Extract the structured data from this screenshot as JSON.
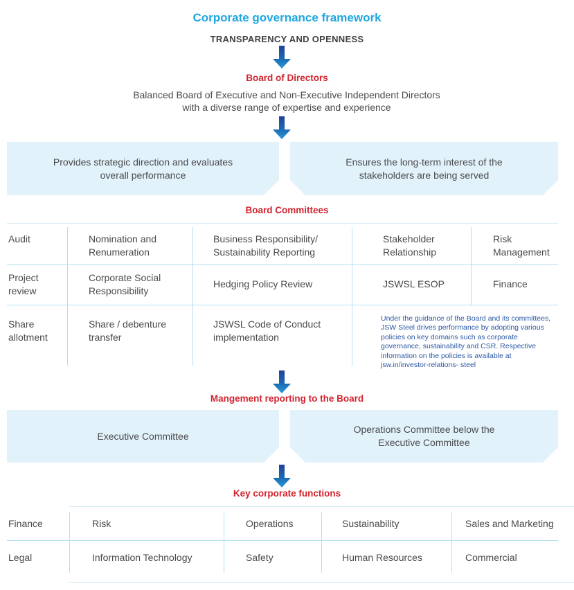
{
  "title": "Corporate governance framework",
  "subtitle": "TRANSPARENCY AND OPENNESS",
  "board": {
    "heading": "Board of Directors",
    "description": "Balanced Board of Executive and Non-Executive Independent Directors with a diverse range of expertise and experience",
    "box_left": "Provides strategic direction and evaluates overall performance",
    "box_right": "Ensures the long-term interest of the stakeholders are being served"
  },
  "committees": {
    "heading": "Board Committees",
    "rows": [
      [
        "Audit",
        "Nomination and Renumeration",
        "Business Responsibility/ Sustainability Reporting",
        "Stakeholder Relationship",
        "Risk Management"
      ],
      [
        "Project review",
        "Corporate Social Responsibility",
        "Hedging Policy Review",
        "JSWSL ESOP",
        "Finance"
      ],
      [
        "Share allotment",
        "Share / debenture transfer",
        "JSWSL Code of Conduct implementation"
      ]
    ],
    "note": "Under the guidance of the Board and its committees, JSW Steel drives performance by adopting various policies on key domains such as corporate governance, sustainability and CSR. Respective information on the policies is available at jsw.in/investor-relations- steel"
  },
  "management": {
    "heading": "Mangement reporting to the Board",
    "box_left": "Executive Committee",
    "box_right": "Operations Committee below the Executive Committee"
  },
  "functions": {
    "heading": "Key corporate functions",
    "rows": [
      [
        "Finance",
        "Risk",
        "Operations",
        "Sustainability",
        "Sales and Marketing"
      ],
      [
        "Legal",
        "Information Technology",
        "Safety",
        "Human Resources",
        "Commercial"
      ]
    ]
  },
  "colors": {
    "accent_cyan": "#1ea7e1",
    "heading_red": "#d2232e",
    "arrow_blue_dark": "#21419b",
    "arrow_blue_light": "#2b9ad6",
    "box_fill": "#e2f2fb",
    "table_border": "#b5dff2",
    "note_blue": "#2b58a5",
    "body_text": "#4a4a4c"
  }
}
